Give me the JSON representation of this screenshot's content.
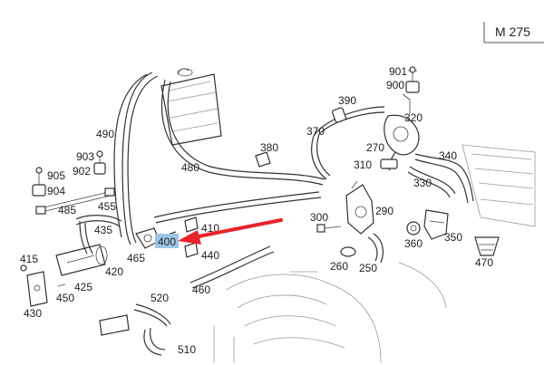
{
  "diagram_code": "M 275",
  "highlight": {
    "label": "400",
    "color": "#9ec6e6",
    "arrow_color": "#e8232a"
  },
  "labels": [
    {
      "id": "901",
      "text": "901"
    },
    {
      "id": "900",
      "text": "900"
    },
    {
      "id": "390",
      "text": "390"
    },
    {
      "id": "320",
      "text": "320"
    },
    {
      "id": "370",
      "text": "370"
    },
    {
      "id": "490",
      "text": "490"
    },
    {
      "id": "380",
      "text": "380"
    },
    {
      "id": "270",
      "text": "270"
    },
    {
      "id": "340",
      "text": "340"
    },
    {
      "id": "310",
      "text": "310"
    },
    {
      "id": "480",
      "text": "480"
    },
    {
      "id": "330",
      "text": "330"
    },
    {
      "id": "903",
      "text": "903"
    },
    {
      "id": "905",
      "text": "905"
    },
    {
      "id": "902",
      "text": "902"
    },
    {
      "id": "904",
      "text": "904"
    },
    {
      "id": "485",
      "text": "485"
    },
    {
      "id": "455",
      "text": "455"
    },
    {
      "id": "290",
      "text": "290"
    },
    {
      "id": "300",
      "text": "300"
    },
    {
      "id": "410",
      "text": "410"
    },
    {
      "id": "435",
      "text": "435"
    },
    {
      "id": "360",
      "text": "360"
    },
    {
      "id": "350",
      "text": "350"
    },
    {
      "id": "415",
      "text": "415"
    },
    {
      "id": "440",
      "text": "440"
    },
    {
      "id": "465",
      "text": "465"
    },
    {
      "id": "260",
      "text": "260"
    },
    {
      "id": "250",
      "text": "250"
    },
    {
      "id": "470",
      "text": "470"
    },
    {
      "id": "420",
      "text": "420"
    },
    {
      "id": "425",
      "text": "425"
    },
    {
      "id": "460",
      "text": "460"
    },
    {
      "id": "450",
      "text": "450"
    },
    {
      "id": "520",
      "text": "520"
    },
    {
      "id": "430",
      "text": "430"
    },
    {
      "id": "510",
      "text": "510"
    }
  ]
}
